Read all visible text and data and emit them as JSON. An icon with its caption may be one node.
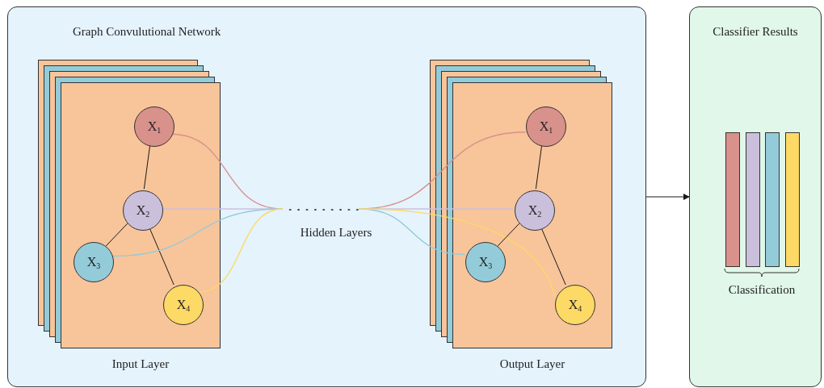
{
  "diagram": {
    "nodes": [
      {
        "text": [
          "Graph Convulutional Network"
        ]
      },
      {
        "text": [
          "Input Layer"
        ],
        "in": 0
      },
      {
        "text": [
          "X$_{1}$"
        ],
        "in": 1
      },
      {
        "text": [
          "X$_{2}$"
        ],
        "in": 1
      },
      {
        "text": [
          "X$_{3}$"
        ],
        "in": 1
      },
      {
        "text": [
          "X$_{4}$"
        ],
        "in": 1
      },
      {
        "text": [
          "Hidden Layers"
        ],
        "in": 0
      },
      {
        "text": [
          "Output Layer"
        ],
        "in": 0
      },
      {
        "text": [
          "X$_{1}$"
        ],
        "in": 7
      },
      {
        "text": [
          "X$_{2}$"
        ],
        "in": 7
      },
      {
        "text": [
          "X$_{3}$"
        ],
        "in": 7
      },
      {
        "text": [
          "X$_{4}$"
        ],
        "in": 7
      },
      {
        "text": [
          "Classifier Results"
        ]
      },
      {
        "text": [],
        "shape": "bar",
        "in": 12
      },
      {
        "text": [],
        "shape": "bar",
        "in": 12
      },
      {
        "text": [],
        "shape": "bar",
        "in": 12
      },
      {
        "text": [],
        "shape": "bar",
        "in": 12
      }
    ],
    "edges": [
      {
        "from": 2,
        "to": 3,
        "arrow": "none"
      },
      {
        "from": 3,
        "to": 4,
        "arrow": "none"
      },
      {
        "from": 3,
        "to": 5,
        "arrow": "none"
      },
      {
        "from": 2,
        "to": 6,
        "arrow": "none",
        "color": "#d9918c"
      },
      {
        "from": 3,
        "to": 6,
        "arrow": "none",
        "color": "#cbc0dc"
      },
      {
        "from": 4,
        "to": 6,
        "arrow": "none",
        "color": "#94cbd9"
      },
      {
        "from": 5,
        "to": 6,
        "arrow": "none",
        "color": "#fdd965"
      },
      {
        "from": 6,
        "to": 8,
        "arrow": "none",
        "color": "#d9918c"
      },
      {
        "from": 6,
        "to": 9,
        "arrow": "none",
        "color": "#cbc0dc"
      },
      {
        "from": 6,
        "to": 10,
        "arrow": "none",
        "color": "#94cbd9"
      },
      {
        "from": 6,
        "to": 11,
        "arrow": "none",
        "color": "#fdd965"
      },
      {
        "from": 8,
        "to": 9,
        "arrow": "none"
      },
      {
        "from": 9,
        "to": 10,
        "arrow": "none"
      },
      {
        "from": 9,
        "to": 11,
        "arrow": "none"
      },
      {
        "from": 0,
        "to": 12,
        "arrow": "to"
      }
    ],
    "labels": [
      "Classification"
    ]
  }
}
